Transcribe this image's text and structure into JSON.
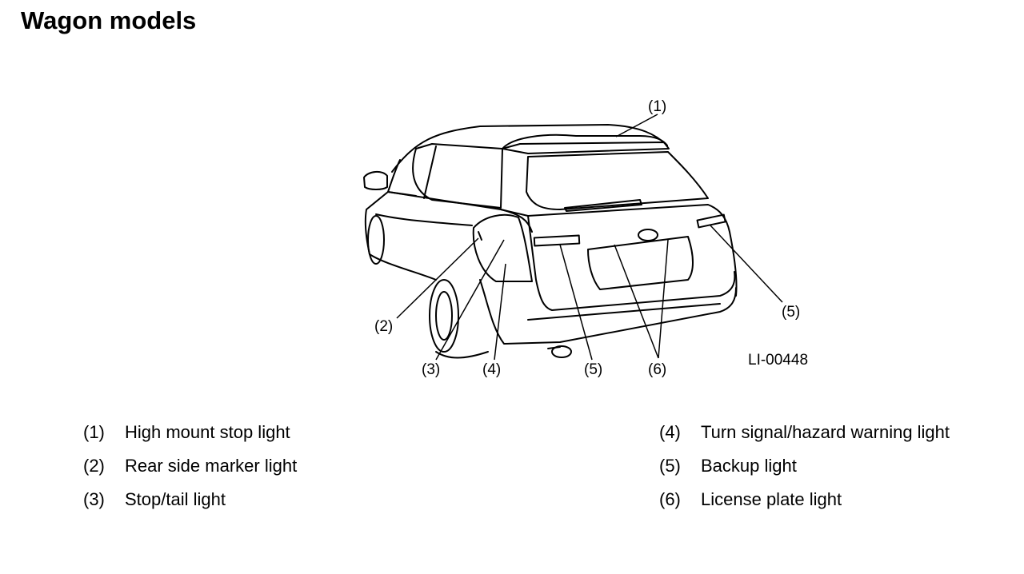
{
  "title": "Wagon models",
  "figure_code": "LI-00448",
  "callouts": [
    "(1)",
    "(2)",
    "(3)",
    "(4)",
    "(5)",
    "(6)"
  ],
  "legend": [
    {
      "num": "(1)",
      "label": "High mount stop light"
    },
    {
      "num": "(2)",
      "label": "Rear side marker light"
    },
    {
      "num": "(3)",
      "label": "Stop/tail light"
    },
    {
      "num": "(4)",
      "label": "Turn signal/hazard warning light"
    },
    {
      "num": "(5)",
      "label": "Backup light"
    },
    {
      "num": "(6)",
      "label": "License plate light"
    }
  ]
}
